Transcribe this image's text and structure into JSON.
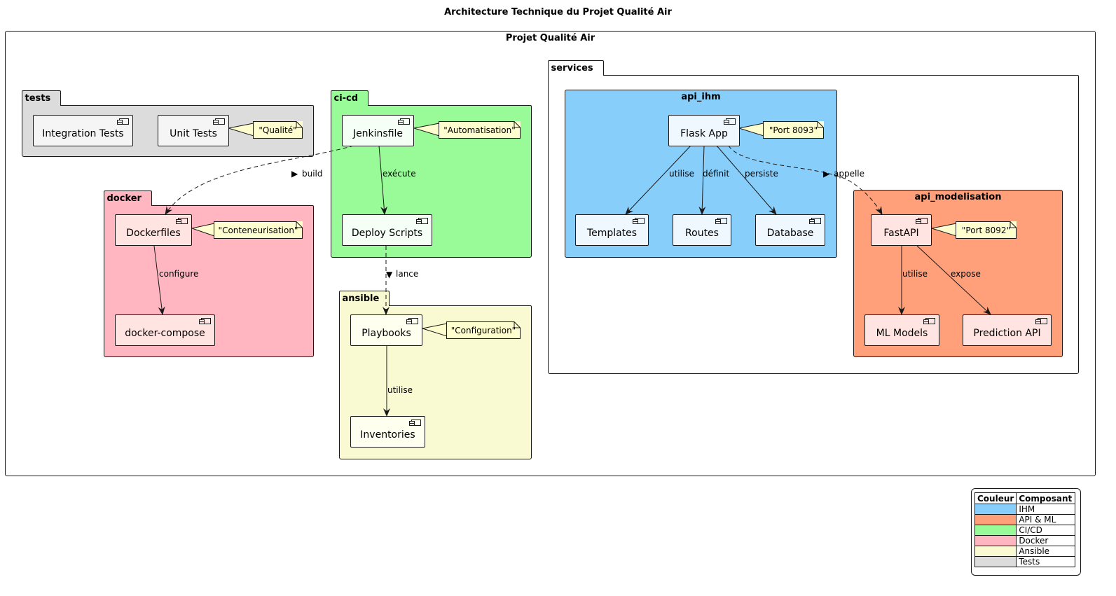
{
  "title": "Architecture Technique du Projet Qualité Air",
  "frame": {
    "title": "Projet Qualité Air"
  },
  "colors": {
    "ihm": "#87cefa",
    "api_ml": "#ffa07a",
    "cicd": "#98fb98",
    "docker": "#ffb6c1",
    "ansible": "#fafad2",
    "tests": "#dcdcdc",
    "note": "#fefece"
  },
  "packages": {
    "tests": {
      "name": "tests"
    },
    "cicd": {
      "name": "ci-cd"
    },
    "docker": {
      "name": "docker"
    },
    "ansible": {
      "name": "ansible"
    },
    "services": {
      "name": "services"
    }
  },
  "boxes": {
    "api_ihm": {
      "name": "api_ihm"
    },
    "api_modelisation": {
      "name": "api_modelisation"
    }
  },
  "components": {
    "integration_tests": "Integration Tests",
    "unit_tests": "Unit Tests",
    "jenkinsfile": "Jenkinsfile",
    "deploy_scripts": "Deploy Scripts",
    "dockerfiles": "Dockerfiles",
    "docker_compose": "docker-compose",
    "playbooks": "Playbooks",
    "inventories": "Inventories",
    "flask_app": "Flask App",
    "templates": "Templates",
    "routes": "Routes",
    "database": "Database",
    "fastapi": "FastAPI",
    "ml_models": "ML Models",
    "prediction_api": "Prediction API"
  },
  "notes": {
    "qualite": "\"Qualité\"",
    "automatisation": "\"Automatisation\"",
    "conteneurisation": "\"Conteneurisation\"",
    "configuration": "\"Configuration\"",
    "port_8093": "\"Port 8093\"",
    "port_8092": "\"Port 8092\""
  },
  "links": [
    {
      "id": "jenkins-docker",
      "from": "Jenkinsfile",
      "to": "Dockerfiles",
      "label": "build",
      "style": "dashed",
      "direction_marker": "▶"
    },
    {
      "id": "jenkins-deploy",
      "from": "Jenkinsfile",
      "to": "Deploy Scripts",
      "label": "exécute",
      "style": "solid"
    },
    {
      "id": "deploy-playbooks",
      "from": "Deploy Scripts",
      "to": "Playbooks",
      "label": "lance",
      "style": "dashed",
      "direction_marker": "▼"
    },
    {
      "id": "dockerfiles-compose",
      "from": "Dockerfiles",
      "to": "docker-compose",
      "label": "configure",
      "style": "solid"
    },
    {
      "id": "playbooks-inventories",
      "from": "Playbooks",
      "to": "Inventories",
      "label": "utilise",
      "style": "solid"
    },
    {
      "id": "flask-templates",
      "from": "Flask App",
      "to": "Templates",
      "label": "utilise",
      "style": "solid"
    },
    {
      "id": "flask-routes",
      "from": "Flask App",
      "to": "Routes",
      "label": "définit",
      "style": "solid"
    },
    {
      "id": "flask-database",
      "from": "Flask App",
      "to": "Database",
      "label": "persiste",
      "style": "solid"
    },
    {
      "id": "flask-fastapi",
      "from": "Flask App",
      "to": "FastAPI",
      "label": "appelle",
      "style": "dashed",
      "direction_marker": "▶"
    },
    {
      "id": "fastapi-ml",
      "from": "FastAPI",
      "to": "ML Models",
      "label": "utilise",
      "style": "solid"
    },
    {
      "id": "fastapi-prediction",
      "from": "FastAPI",
      "to": "Prediction API",
      "label": "expose",
      "style": "solid"
    }
  ],
  "legend": {
    "headers": [
      "Couleur",
      "Composant"
    ],
    "rows": [
      {
        "color": "#87cefa",
        "label": "IHM"
      },
      {
        "color": "#ffa07a",
        "label": "API & ML"
      },
      {
        "color": "#98fb98",
        "label": "CI/CD"
      },
      {
        "color": "#ffb6c1",
        "label": "Docker"
      },
      {
        "color": "#fafad2",
        "label": "Ansible"
      },
      {
        "color": "#dcdcdc",
        "label": "Tests"
      }
    ]
  }
}
